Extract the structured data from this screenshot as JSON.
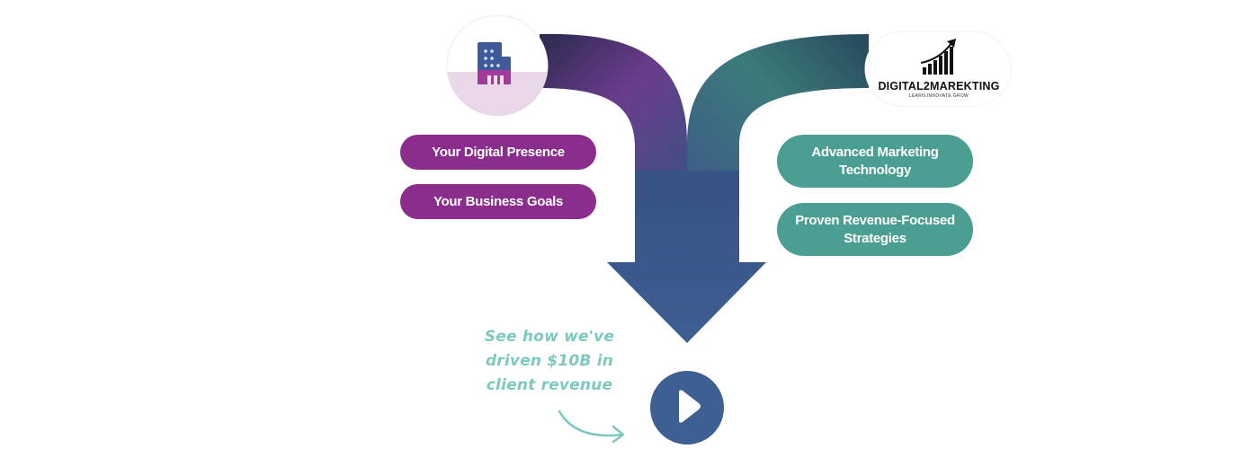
{
  "left_inputs": {
    "icon": "office-building-icon",
    "pills": [
      "Your Digital Presence",
      "Your Business Goals"
    ],
    "color": "#8b2d8d"
  },
  "right_inputs": {
    "logo": {
      "name": "DIGITAL2MAREKTING",
      "tagline": "LEARN.INNOVATE.GROW",
      "icon": "growth-bar-chart-arrow-icon"
    },
    "pills": [
      "Advanced Marketing Technology",
      "Proven Revenue-Focused Strategies"
    ],
    "color": "#4a9e92"
  },
  "arrow": {
    "colors": {
      "left_top": "#2c2a4e",
      "left_mid": "#6a3c8c",
      "right_top": "#26495a",
      "right_mid": "#3b7b7a",
      "bottom": "#3d5e91"
    }
  },
  "cta": {
    "lines": [
      "See how we've",
      "driven $10B in",
      "client revenue"
    ],
    "color": "#7cc9be",
    "play_icon": "play-icon",
    "play_button_color": "#3e5f92"
  }
}
